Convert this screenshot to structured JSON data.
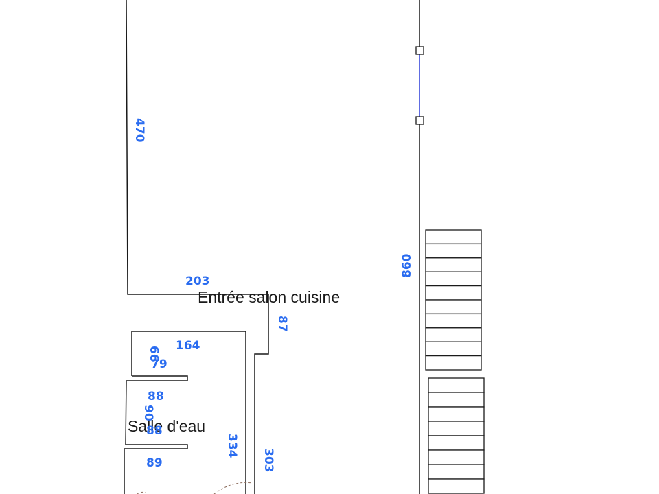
{
  "rooms": {
    "entree_salon_cuisine": "Entrée salon cuisine",
    "salle_deau": "Salle d'eau"
  },
  "dimensions": {
    "d470": "470",
    "d203": "203",
    "d860": "860",
    "d87": "87",
    "d164": "164",
    "d66": "66",
    "d79": "79",
    "d88a": "88",
    "d90": "90",
    "d88b": "88",
    "d89": "89",
    "d334": "334",
    "d303": "303"
  },
  "colors": {
    "wall": "#1a1a1a",
    "dimension_text": "#2a6cf0",
    "selected_segment": "#2a3ad8",
    "background": "#ffffff"
  },
  "stairs": {
    "upper_flight_steps": 10,
    "lower_flight_steps": 8
  }
}
